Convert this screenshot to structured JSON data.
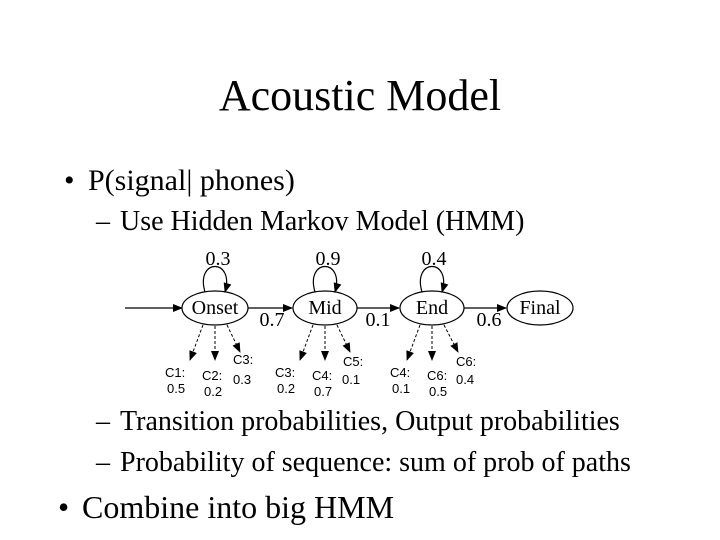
{
  "title": "Acoustic Model",
  "bullets": [
    {
      "marker": "•",
      "text": "P(signal| phones)"
    },
    {
      "marker": "•",
      "text": "Combine into big HMM"
    }
  ],
  "sub_items": [
    {
      "marker": "–",
      "text": "Use Hidden Markov Model (HMM)"
    },
    {
      "marker": "–",
      "text": "Transition probabilities, Output probabilities"
    },
    {
      "marker": "–",
      "text": "Probability of sequence: sum of prob of paths"
    }
  ],
  "hmm": {
    "states": [
      "Onset",
      "Mid",
      "End",
      "Final"
    ],
    "self_loops": [
      "0.3",
      "0.9",
      "0.4"
    ],
    "transitions": [
      "0.7",
      "0.1",
      "0.6"
    ],
    "emissions": [
      {
        "state": "Onset",
        "outputs": [
          {
            "label": "C1:",
            "prob": "0.5"
          },
          {
            "label": "C2:",
            "prob": "0.2"
          },
          {
            "label": "C3:",
            "prob": "0.3"
          }
        ]
      },
      {
        "state": "Mid",
        "outputs": [
          {
            "label": "C3:",
            "prob": "0.2"
          },
          {
            "label": "C4:",
            "prob": "0.7"
          },
          {
            "label": "C5:",
            "prob": "0.1"
          }
        ]
      },
      {
        "state": "End",
        "outputs": [
          {
            "label": "C4:",
            "prob": "0.1"
          },
          {
            "label": "C6:",
            "prob": "0.5"
          },
          {
            "label": "C6:",
            "prob": "0.4"
          }
        ]
      }
    ]
  }
}
